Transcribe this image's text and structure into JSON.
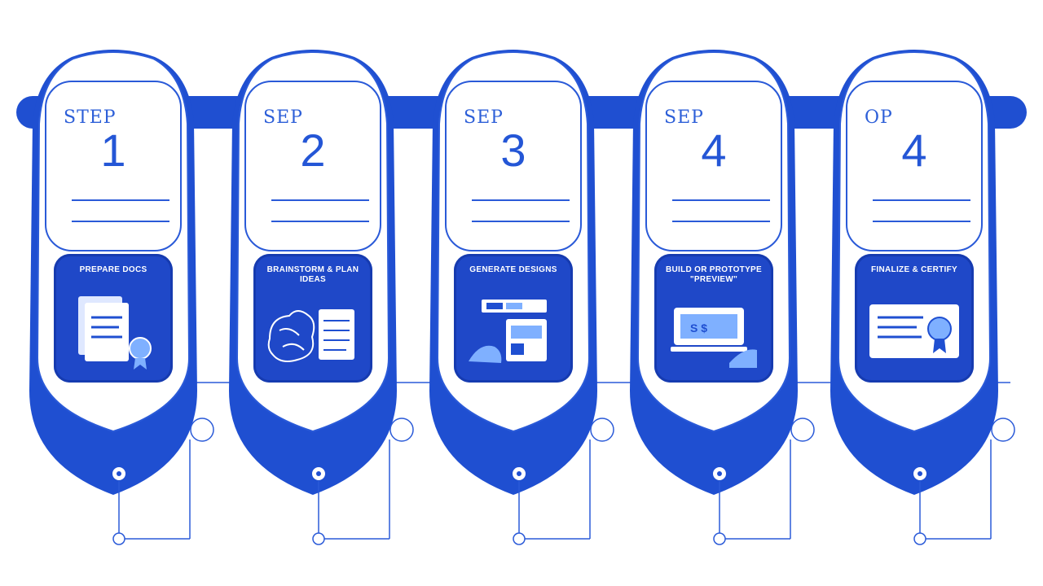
{
  "diagram": {
    "cards": [
      {
        "step_word": "STEP",
        "number": "1",
        "panel_title": "PREPARE DOCS",
        "icon": "documents-seal-icon"
      },
      {
        "step_word": "SEP",
        "number": "2",
        "panel_title": "BRAINSTORM & PLAN IDEAS",
        "icon": "brain-notes-icon"
      },
      {
        "step_word": "SEP",
        "number": "3",
        "panel_title": "GENERATE DESIGNS",
        "icon": "design-tools-icon"
      },
      {
        "step_word": "SEP",
        "number": "4",
        "panel_title": "BUILD OR PROTOTYPE \"PREVIEW\"",
        "icon": "prototype-preview-icon"
      },
      {
        "step_word": "OP",
        "number": "4",
        "panel_title": "FINALIZE & CERTIFY",
        "icon": "certificate-icon"
      }
    ]
  },
  "colors": {
    "primary": "#1f4fd1",
    "accent": "#2b63e0",
    "light": "#ffffff",
    "line": "#2a5ad8"
  }
}
